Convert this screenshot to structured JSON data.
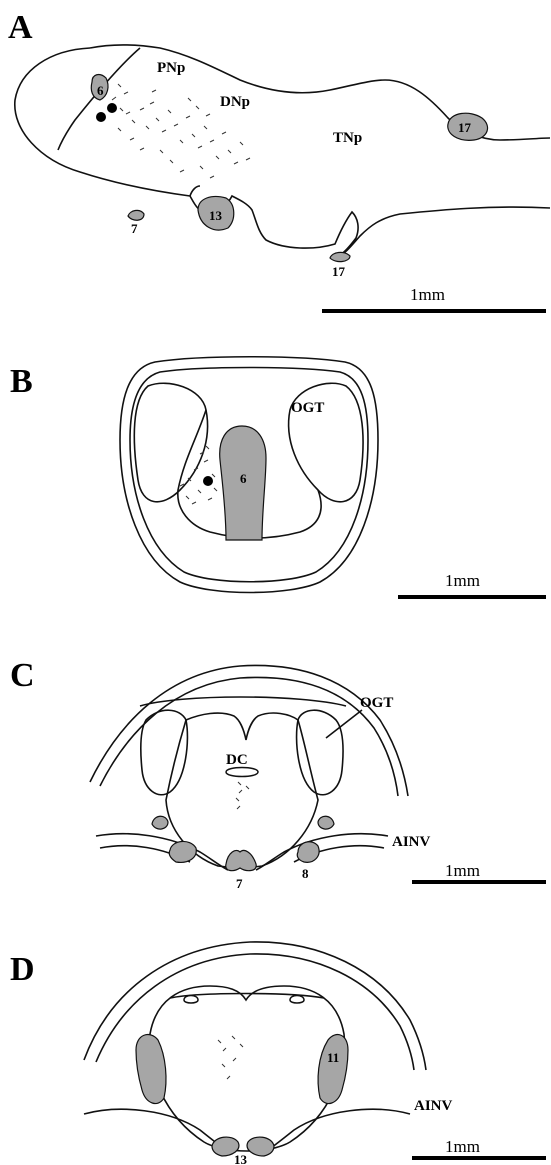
{
  "panels": {
    "A": {
      "letter": "A",
      "labels": {
        "pnp": "PNp",
        "dnp": "DNp",
        "tnp": "TNp"
      },
      "regions": {
        "r6": "6",
        "r7": "7",
        "r13": "13",
        "r17_top": "17",
        "r17_bottom": "17"
      },
      "scale": "1mm"
    },
    "B": {
      "letter": "B",
      "labels": {
        "ogt": "OGT"
      },
      "regions": {
        "r6": "6"
      },
      "scale": "1mm"
    },
    "C": {
      "letter": "C",
      "labels": {
        "ogt": "OGT",
        "dc": "DC",
        "ainv": "AINV"
      },
      "regions": {
        "r7": "7",
        "r8": "8"
      },
      "scale": "1mm"
    },
    "D": {
      "letter": "D",
      "labels": {
        "ainv": "AINV"
      },
      "regions": {
        "r11": "11",
        "r13": "13"
      },
      "scale": "1mm"
    }
  },
  "colors": {
    "region_fill": "#a6a6a6",
    "line": "#111111",
    "background": "#ffffff"
  }
}
